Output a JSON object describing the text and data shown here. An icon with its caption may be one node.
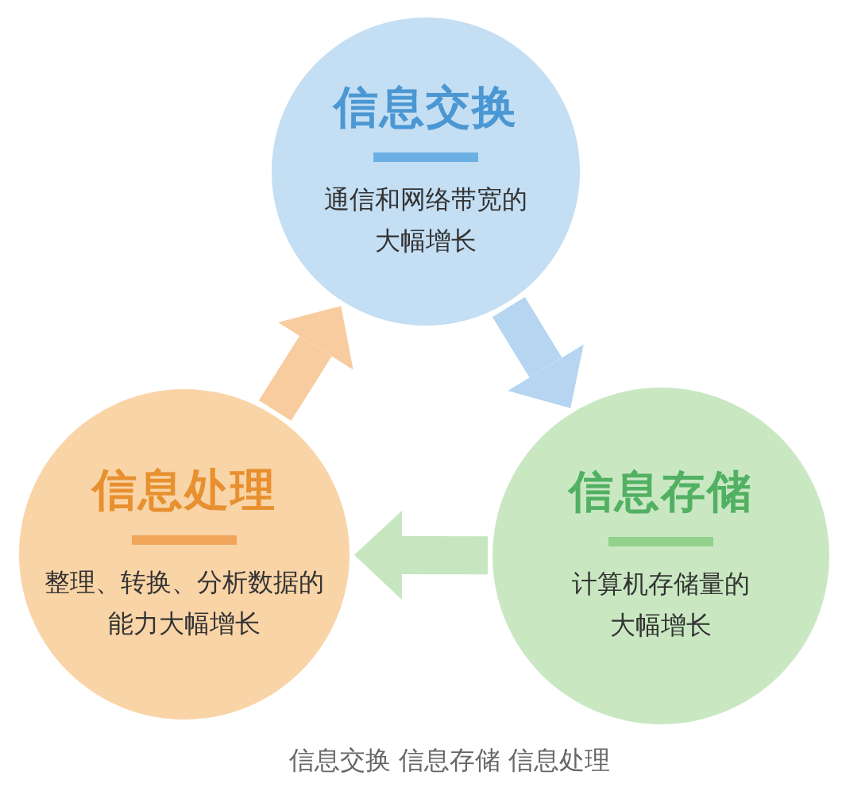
{
  "diagram": {
    "caption": "信息交换 信息存储 信息处理",
    "nodes": [
      {
        "text": [
          "信息交换",
          "通信和网络带宽的大幅增长"
        ]
      },
      {
        "text": [
          "信息处理",
          "整理、转换、分析数据的能力大幅增长"
        ]
      },
      {
        "text": [
          "信息存储",
          "计算机存储量的大幅增长"
        ]
      }
    ],
    "edges": [
      {
        "from": 0,
        "to": 2,
        "arrow": "to",
        "color": "#b5d5f0"
      },
      {
        "from": 2,
        "to": 1,
        "arrow": "to",
        "color": "#c6e6c0"
      },
      {
        "from": 1,
        "to": 0,
        "arrow": "to",
        "color": "#f8cc9f"
      }
    ]
  }
}
